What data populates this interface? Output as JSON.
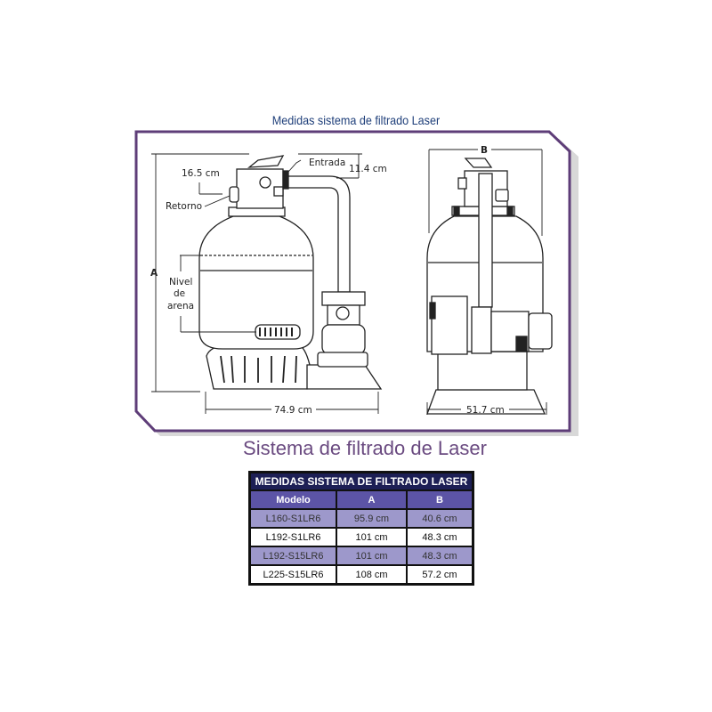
{
  "diagram_title": "Medidas sistema de filtrado Laser",
  "labels": {
    "valve_height": "16.5 cm",
    "inlet": "Entrada",
    "inlet_height": "11.4 cm",
    "return": "Retorno",
    "height_a": "A",
    "sand_level": [
      "Nivel",
      "de",
      "arena"
    ],
    "width_front": "74.9 cm",
    "width_b": "B",
    "width_side": "51.7 cm"
  },
  "subtitle": "Sistema de filtrado de Laser",
  "table": {
    "title": "MEDIDAS SISTEMA DE FILTRADO LASER",
    "headers": [
      "Modelo",
      "A",
      "B"
    ],
    "rows": [
      [
        "L160-S1LR6",
        "95.9 cm",
        "40.6 cm"
      ],
      [
        "L192-S1LR6",
        "101 cm",
        "48.3 cm"
      ],
      [
        "L192-S15LR6",
        "101 cm",
        "48.3 cm"
      ],
      [
        "L225-S15LR6",
        "108 cm",
        "57.2 cm"
      ]
    ]
  }
}
